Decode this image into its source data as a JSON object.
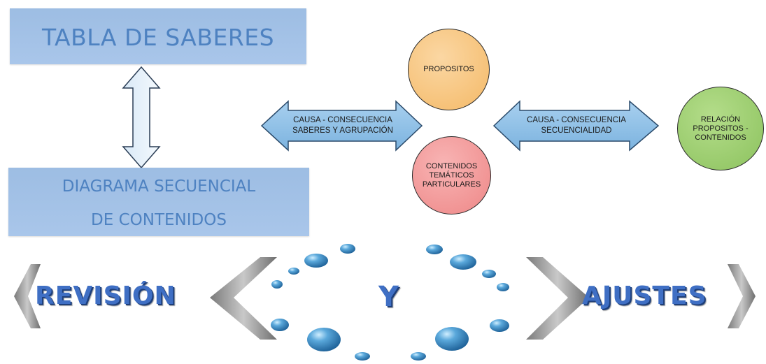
{
  "top_box": {
    "title": "TABLA DE SABERES"
  },
  "bottom_box": {
    "line1": "DIAGRAMA SECUENCIAL",
    "line2": "DE CONTENIDOS"
  },
  "circles": {
    "propositos": "PROPOSITOS",
    "contenidos": [
      "CONTENIDOS",
      "TEMÁTICOS",
      "PARTICULARES"
    ],
    "relacion": [
      "RELACIÓN",
      "PROPOSITOS -",
      "CONTENIDOS"
    ]
  },
  "arrows": {
    "left": [
      "CAUSA - CONSECUENCIA",
      "SABERES Y AGRUPACIÓN"
    ],
    "right": [
      "CAUSA - CONSECUENCIA",
      "SECUENCIALIDAD"
    ]
  },
  "banner": {
    "left_word": "REVISIÓN",
    "center_word": "Y",
    "right_word": "AJUSTES"
  },
  "colors": {
    "box": "#a5c3e8",
    "box_text": "#4e82c1",
    "propositos": "#f6bf78",
    "contenidos": "#f29494",
    "relacion": "#98cc6c",
    "arrow": "#8fc0e6",
    "banner_text": "#3f6fc4"
  }
}
